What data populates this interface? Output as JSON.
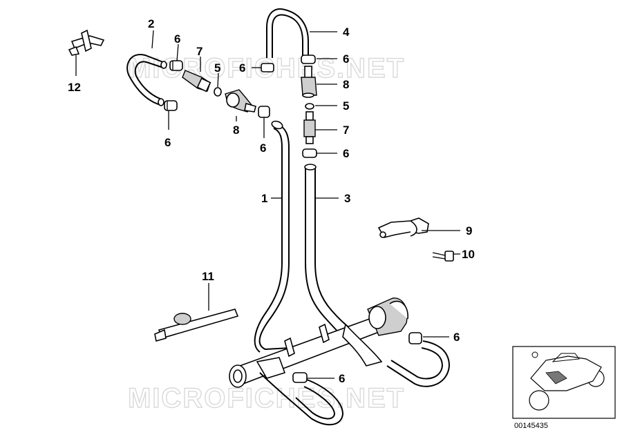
{
  "watermark": "MICROFICHES.NET",
  "reference_number": "00145435",
  "callouts": [
    {
      "id": "c2",
      "label": "2"
    },
    {
      "id": "c4",
      "label": "4"
    },
    {
      "id": "c6a",
      "label": "6"
    },
    {
      "id": "c6b",
      "label": "6"
    },
    {
      "id": "c6c",
      "label": "6"
    },
    {
      "id": "c6d",
      "label": "6"
    },
    {
      "id": "c6e",
      "label": "6"
    },
    {
      "id": "c6f",
      "label": "6"
    },
    {
      "id": "c6g",
      "label": "6"
    },
    {
      "id": "c6h",
      "label": "6"
    },
    {
      "id": "c7a",
      "label": "7"
    },
    {
      "id": "c7b",
      "label": "7"
    },
    {
      "id": "c5a",
      "label": "5"
    },
    {
      "id": "c5b",
      "label": "5"
    },
    {
      "id": "c8a",
      "label": "8"
    },
    {
      "id": "c8b",
      "label": "8"
    },
    {
      "id": "c1",
      "label": "1"
    },
    {
      "id": "c3",
      "label": "3"
    },
    {
      "id": "c9",
      "label": "9"
    },
    {
      "id": "c10",
      "label": "10"
    },
    {
      "id": "c11",
      "label": "11"
    },
    {
      "id": "c12",
      "label": "12"
    }
  ]
}
